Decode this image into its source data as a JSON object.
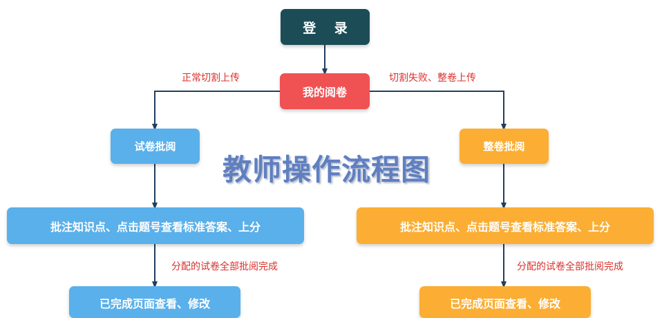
{
  "nodes": {
    "login": "登 录",
    "my_review": "我的阅卷",
    "paper_review": "试卷批阅",
    "whole_review": "整卷批阅",
    "left_step": "批注知识点、点击题号查看标准答案、上分",
    "right_step": "批注知识点、点击题号查看标准答案、上分",
    "left_done": "已完成页面查看、修改",
    "right_done": "已完成页面查看、修改"
  },
  "edges": {
    "normal_upload": "正常切割上传",
    "failed_upload": "切割失败、整卷上传",
    "left_complete": "分配的试卷全部批阅完成",
    "right_complete": "分配的试卷全部批阅完成"
  },
  "title": "教师操作流程图",
  "colors": {
    "dark_teal": "#1c4d57",
    "red": "#f05153",
    "blue": "#5ab0ea",
    "orange": "#fbae33",
    "line": "#1f3f5e",
    "label_red": "#d9302c",
    "title": "#5f7fc0"
  }
}
